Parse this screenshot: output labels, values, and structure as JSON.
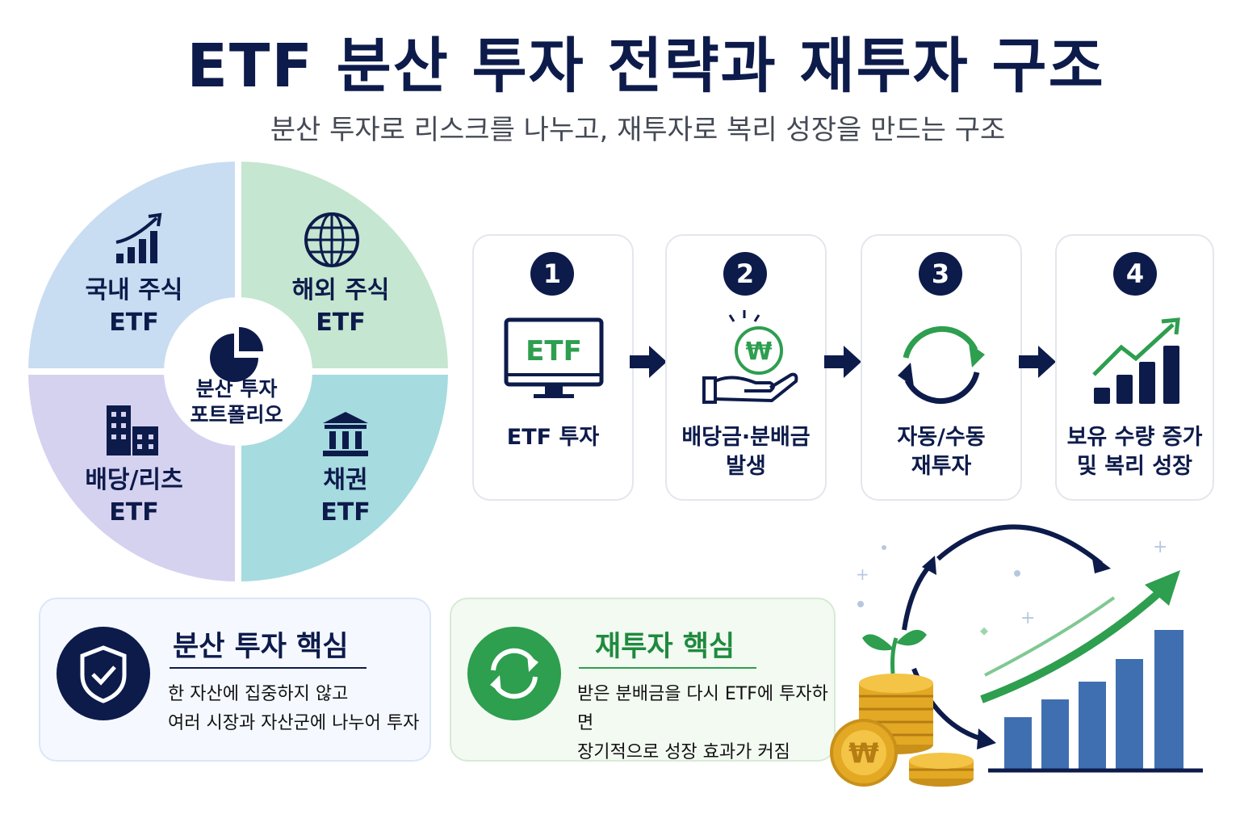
{
  "header": {
    "title": "ETF 분산 투자 전략과 재투자 구조",
    "subtitle": "분산 투자로 리스크를 나누고, 재투자로 복리 성장을 만드는 구조"
  },
  "portfolio": {
    "center_line1": "분산 투자",
    "center_line2": "포트폴리오",
    "segments": [
      {
        "line1": "국내 주식",
        "line2": "ETF",
        "icon": "bar-chart-up-icon",
        "color": "#c8dcf2"
      },
      {
        "line1": "해외 주식",
        "line2": "ETF",
        "icon": "globe-icon",
        "color": "#c5e6d0"
      },
      {
        "line1": "배당/리츠",
        "line2": "ETF",
        "icon": "buildings-icon",
        "color": "#d5d2f0"
      },
      {
        "line1": "채권",
        "line2": "ETF",
        "icon": "bank-icon",
        "color": "#a6dbe0"
      }
    ]
  },
  "steps": [
    {
      "num": "1",
      "line1": "ETF 투자",
      "line2": "",
      "icon": "monitor-etf-icon",
      "icon_text": "ETF"
    },
    {
      "num": "2",
      "line1": "배당금·분배금",
      "line2": "발생",
      "icon": "hand-coin-icon",
      "icon_text": "₩"
    },
    {
      "num": "3",
      "line1": "자동/수동",
      "line2": "재투자",
      "icon": "cycle-arrows-icon"
    },
    {
      "num": "4",
      "line1": "보유 수량 증가",
      "line2": "및 복리 성장",
      "icon": "growth-chart-icon"
    }
  ],
  "panels": {
    "diversification": {
      "title": "분산 투자 핵심",
      "line1": "한 자산에 집중하지 않고",
      "line2": "여러 시장과 자산군에 나누어 투자",
      "icon": "shield-check-icon"
    },
    "reinvestment": {
      "title": "재투자 핵심",
      "line1": "받은 분배금을 다시 ETF에 투자하면",
      "line2": "장기적으로 성장 효과가 커짐",
      "icon": "refresh-icon"
    }
  },
  "illustration": {
    "coin_symbol": "₩",
    "icons": [
      "coin-stack-icon",
      "sprout-icon",
      "bar-chart-icon",
      "trend-arrow-icon"
    ]
  },
  "colors": {
    "navy": "#0d1b4b",
    "green": "#2e9e4f",
    "bar_blue": "#3f6fb0",
    "gold": "#e3a924"
  }
}
